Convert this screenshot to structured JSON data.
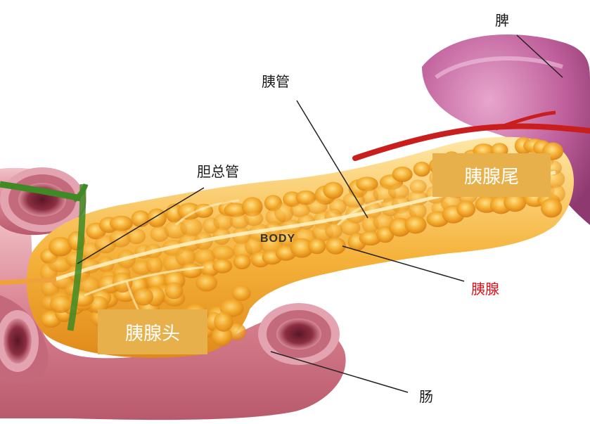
{
  "labels": {
    "spleen": "脾",
    "pancreatic_duct": "胰管",
    "common_bile_duct": "胆总管",
    "pancreas": "胰腺",
    "intestine": "肠",
    "body": "BODY"
  },
  "boxes": {
    "tail": "胰腺尾",
    "head": "胰腺头"
  },
  "colors": {
    "pancreas_label": "#e0101c",
    "box_fill": "#e8b04a",
    "pancreas": "#f2a52a",
    "spleen": "#b0508c",
    "intestine": "#c46a7a",
    "bile_duct": "#4a8a2a",
    "artery": "#c81e1e"
  }
}
